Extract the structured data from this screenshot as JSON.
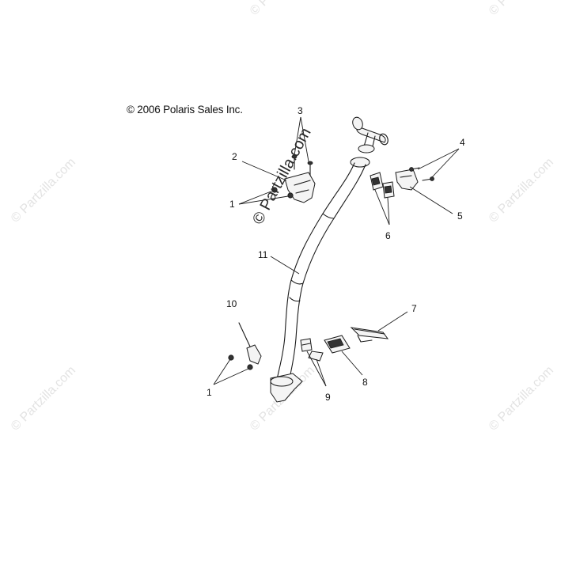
{
  "copyright": "© 2006 Polaris Sales Inc.",
  "watermark": "© Partzilla.com",
  "center_watermark": "© Partzilla.com",
  "callouts": {
    "c1_top": "1",
    "c2": "2",
    "c3": "3",
    "c4": "4",
    "c5": "5",
    "c6": "6",
    "c7": "7",
    "c8": "8",
    "c9": "9",
    "c10": "10",
    "c11": "11",
    "c1_bottom": "1"
  }
}
